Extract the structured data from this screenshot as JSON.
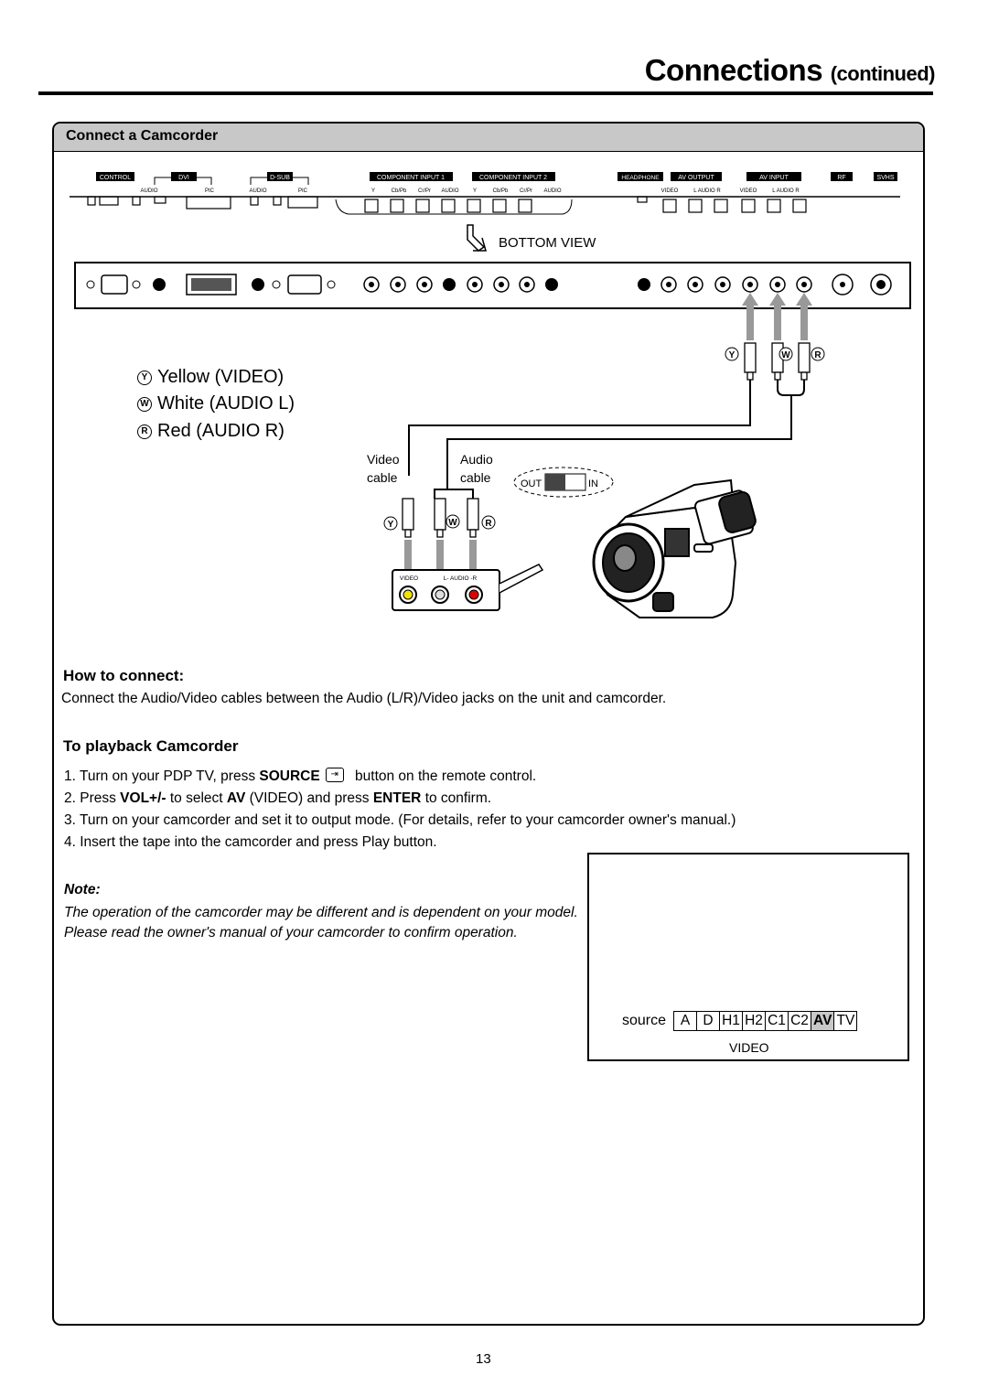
{
  "header": {
    "title": "Connections",
    "continued": "(continued)"
  },
  "section": {
    "title": "Connect a Camcorder"
  },
  "panel_labels": {
    "control": "CONTROL",
    "dvi": "DVI",
    "dsub": "D-SUB",
    "comp1": "COMPONENT INPUT 1",
    "comp2": "COMPONENT INPUT 2",
    "headphone": "HEADPHONE",
    "avout": "AV OUTPUT",
    "avin": "AV INPUT",
    "rf": "RF",
    "svhs": "SVHS",
    "audio": "AUDIO",
    "pic": "PIC",
    "y": "Y",
    "cb_pb": "Cb/Pb",
    "cr_pr": "Cr/Pr",
    "video": "VIDEO",
    "l_audio_r": "L AUDIO R"
  },
  "bottom_view": "BOTTOM VIEW",
  "legend": [
    {
      "mark": "Y",
      "text": "Yellow (VIDEO)"
    },
    {
      "mark": "W",
      "text": "White (AUDIO L)"
    },
    {
      "mark": "R",
      "text": "Red (AUDIO R)"
    }
  ],
  "cables": {
    "video_line1": "Video",
    "video_line2": "cable",
    "audio_line1": "Audio",
    "audio_line2": "cable",
    "switch_out": "OUT",
    "switch_in": "IN",
    "jack_video": "VIDEO",
    "jack_audio": "L- AUDIO -R"
  },
  "plug_marks": {
    "y": "Y",
    "w": "W",
    "r": "R"
  },
  "how_to_connect": {
    "title": "How to connect:",
    "text": "Connect the Audio/Video cables between the Audio (L/R)/Video jacks on the unit and camcorder."
  },
  "playback": {
    "title": "To playback Camcorder",
    "steps": [
      {
        "pre": "1. Turn on your PDP TV, press ",
        "bold1": "SOURCE",
        "post": " button on the remote control."
      },
      {
        "pre": "2. Press ",
        "bold1": "VOL+/-",
        "mid1": " to select ",
        "bold2": "AV",
        "mid2": " (VIDEO) and press ",
        "bold3": "ENTER",
        "post": " to confirm."
      },
      {
        "text": "3. Turn on your camcorder and set it to output mode. (For details, refer to your camcorder owner's manual.)"
      },
      {
        "text": "4. Insert the tape into the camcorder and press Play button."
      }
    ]
  },
  "note": {
    "title": "Note:",
    "text": "The operation of the camcorder may be different and is dependent on your model. Please read the owner's manual of your camcorder to confirm operation."
  },
  "osd": {
    "label": "source",
    "items": [
      "A",
      "D",
      "H1",
      "H2",
      "C1",
      "C2",
      "AV",
      "TV"
    ],
    "selected": "AV",
    "sub": "VIDEO"
  },
  "page_number": "13"
}
